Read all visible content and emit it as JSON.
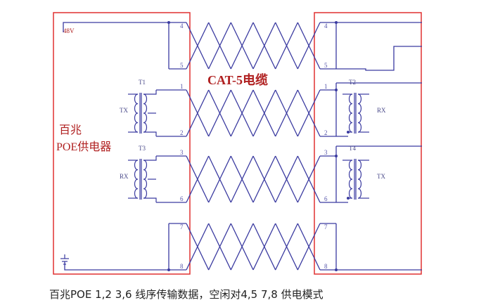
{
  "left_panel": {
    "title_line1": "百兆",
    "title_line2": "POE供电器",
    "voltage_label": "48V",
    "transformer_top": {
      "name": "T1",
      "role": "TX"
    },
    "transformer_bottom": {
      "name": "T3",
      "role": "RX"
    }
  },
  "right_panel": {
    "transformer_top": {
      "name": "T2",
      "role": "RX"
    },
    "transformer_bottom": {
      "name": "T4",
      "role": "TX"
    }
  },
  "cable_label": "CAT-5电缆",
  "pairs": [
    {
      "top_pin": "4",
      "bottom_pin": "5"
    },
    {
      "top_pin": "1",
      "bottom_pin": "2"
    },
    {
      "top_pin": "3",
      "bottom_pin": "6"
    },
    {
      "top_pin": "7",
      "bottom_pin": "8"
    }
  ],
  "caption": "百兆POE 1,2   3,6 线序传输数据，空闲对4,5   7,8 供电模式",
  "colors": {
    "frame": "#e03030",
    "wire": "#3a3aa0",
    "title": "#b02020"
  }
}
